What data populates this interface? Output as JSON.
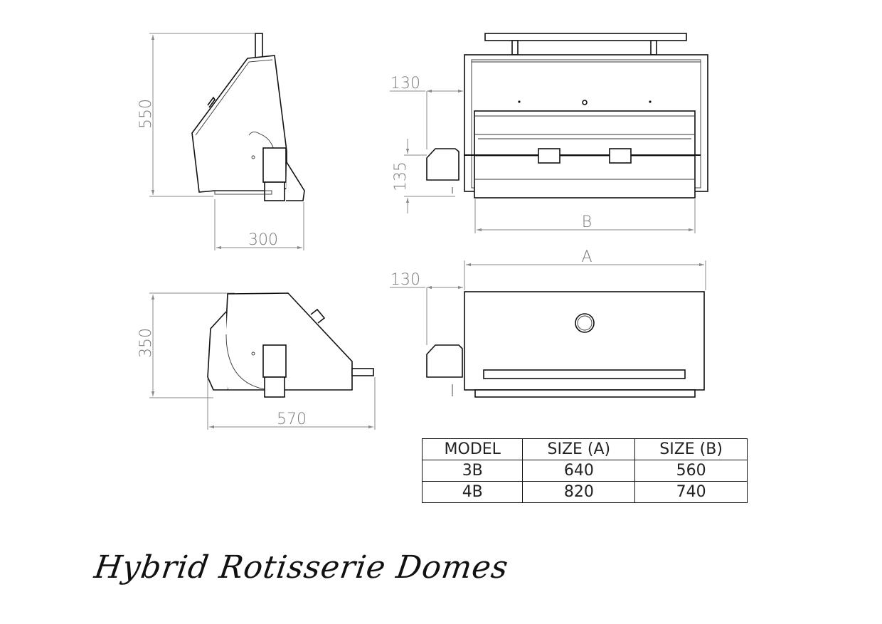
{
  "dimensions": {
    "side_height_full": "550",
    "side_depth_closed": "300",
    "side_height_open": "350",
    "side_depth_open": "570",
    "motor_offset_front": "130",
    "motor_height": "135",
    "width_b": "B",
    "width_a": "A",
    "motor_offset_plan": "130"
  },
  "table": {
    "headers": [
      "MODEL",
      "SIZE (A)",
      "SIZE (B)"
    ],
    "rows": [
      [
        "3B",
        "640",
        "560"
      ],
      [
        "4B",
        "820",
        "740"
      ]
    ]
  },
  "title": "Hybrid Rotisserie Domes"
}
